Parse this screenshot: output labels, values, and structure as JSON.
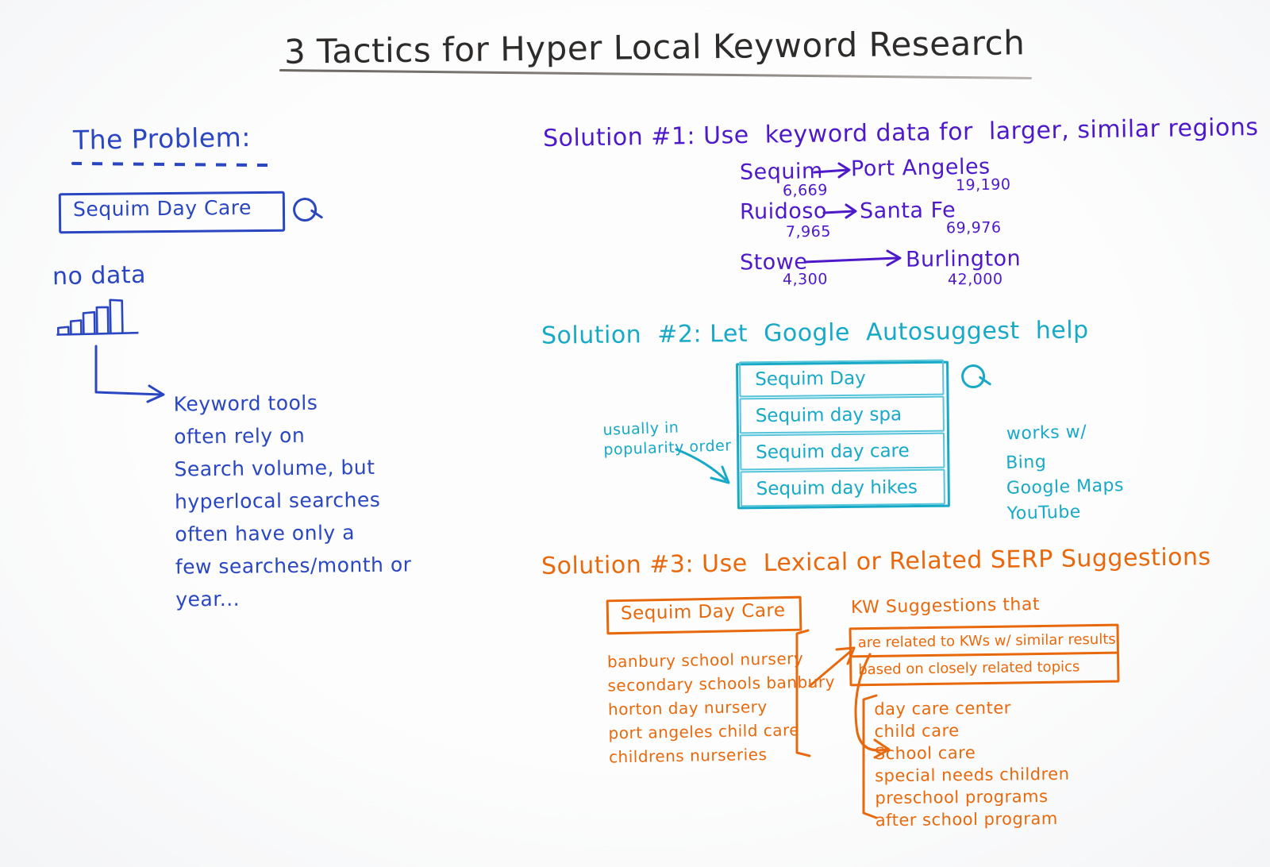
{
  "title": "3 Tactics for Hyper Local Keyword Research",
  "colors": {
    "title": "#2e2c2b",
    "problem_blue": "#2a46c0",
    "solution1_purple": "#4d19c9",
    "solution2_teal": "#17a9c6",
    "solution3_orange": "#e8690d"
  },
  "problem": {
    "heading": "The Problem:",
    "search_query": "Sequim Day Care",
    "search_icon": "magnifier-icon",
    "no_data_label": "no data",
    "chart_bars": [
      12,
      22,
      32,
      40,
      48
    ],
    "paragraph": "Keyword tools\noften rely on\nSearch volume, but\nhyperlocal searches\noften have only a\nfew searches/month or\nyear..."
  },
  "solution1": {
    "heading": "Solution #1: Use  keyword data for  larger, similar regions",
    "pairs": [
      {
        "from": "Sequim",
        "from_volume": "6,669",
        "to": "Port Angeles",
        "to_volume": "19,190"
      },
      {
        "from": "Ruidoso",
        "from_volume": "7,965",
        "to": "Santa Fe",
        "to_volume": "69,976"
      },
      {
        "from": "Stowe",
        "from_volume": "4,300",
        "to": "Burlington",
        "to_volume": "42,000"
      }
    ]
  },
  "solution2": {
    "heading": "Solution  #2: Let  Google  Autosuggest  help",
    "search_icon": "magnifier-icon",
    "suggestions": [
      "Sequim Day",
      "Sequim day spa",
      "Sequim day care",
      "Sequim day hikes"
    ],
    "note": "usually in\npopularity order",
    "works_with_label": "works w/",
    "works_with": "Bing\nGoogle Maps\nYouTube"
  },
  "solution3": {
    "heading": "Solution #3: Use  Lexical or Related SERP Suggestions",
    "seed_keyword": "Sequim Day Care",
    "lexical_suggestions": "banbury school nursery\nsecondary schools banbury\nhorton day nursery\nport angeles child care\nchildrens nurseries",
    "kw_heading": "KW Suggestions that",
    "kw_criteria": [
      "are related to KWs w/ similar results",
      "based on closely related topics"
    ],
    "related_suggestions": "day care center\nchild care\nSchool care\nspecial needs children\npreschool programs\nafter school program"
  }
}
